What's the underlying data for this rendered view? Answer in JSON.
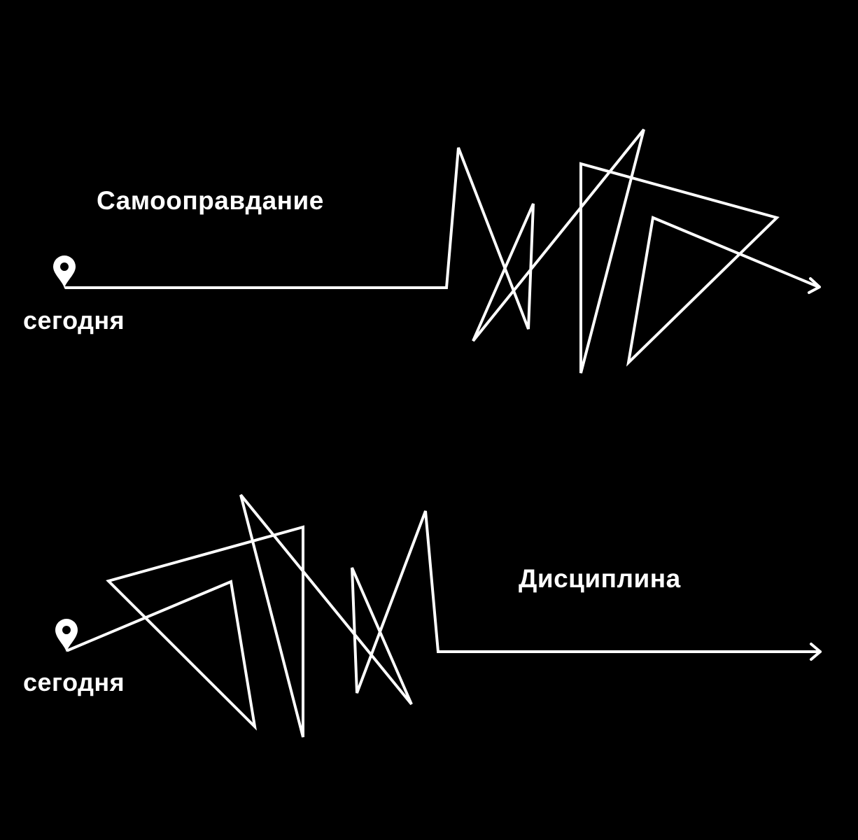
{
  "colors": {
    "background": "#000000",
    "foreground": "#ffffff"
  },
  "top_path": {
    "title": "Самооправдание",
    "start_label": "сегодня",
    "start_icon": "location-pin-icon",
    "end_icon": "arrow-right-icon"
  },
  "bottom_path": {
    "title": "Дисциплина",
    "start_label": "сегодня",
    "start_icon": "location-pin-icon",
    "end_icon": "arrow-right-icon"
  }
}
